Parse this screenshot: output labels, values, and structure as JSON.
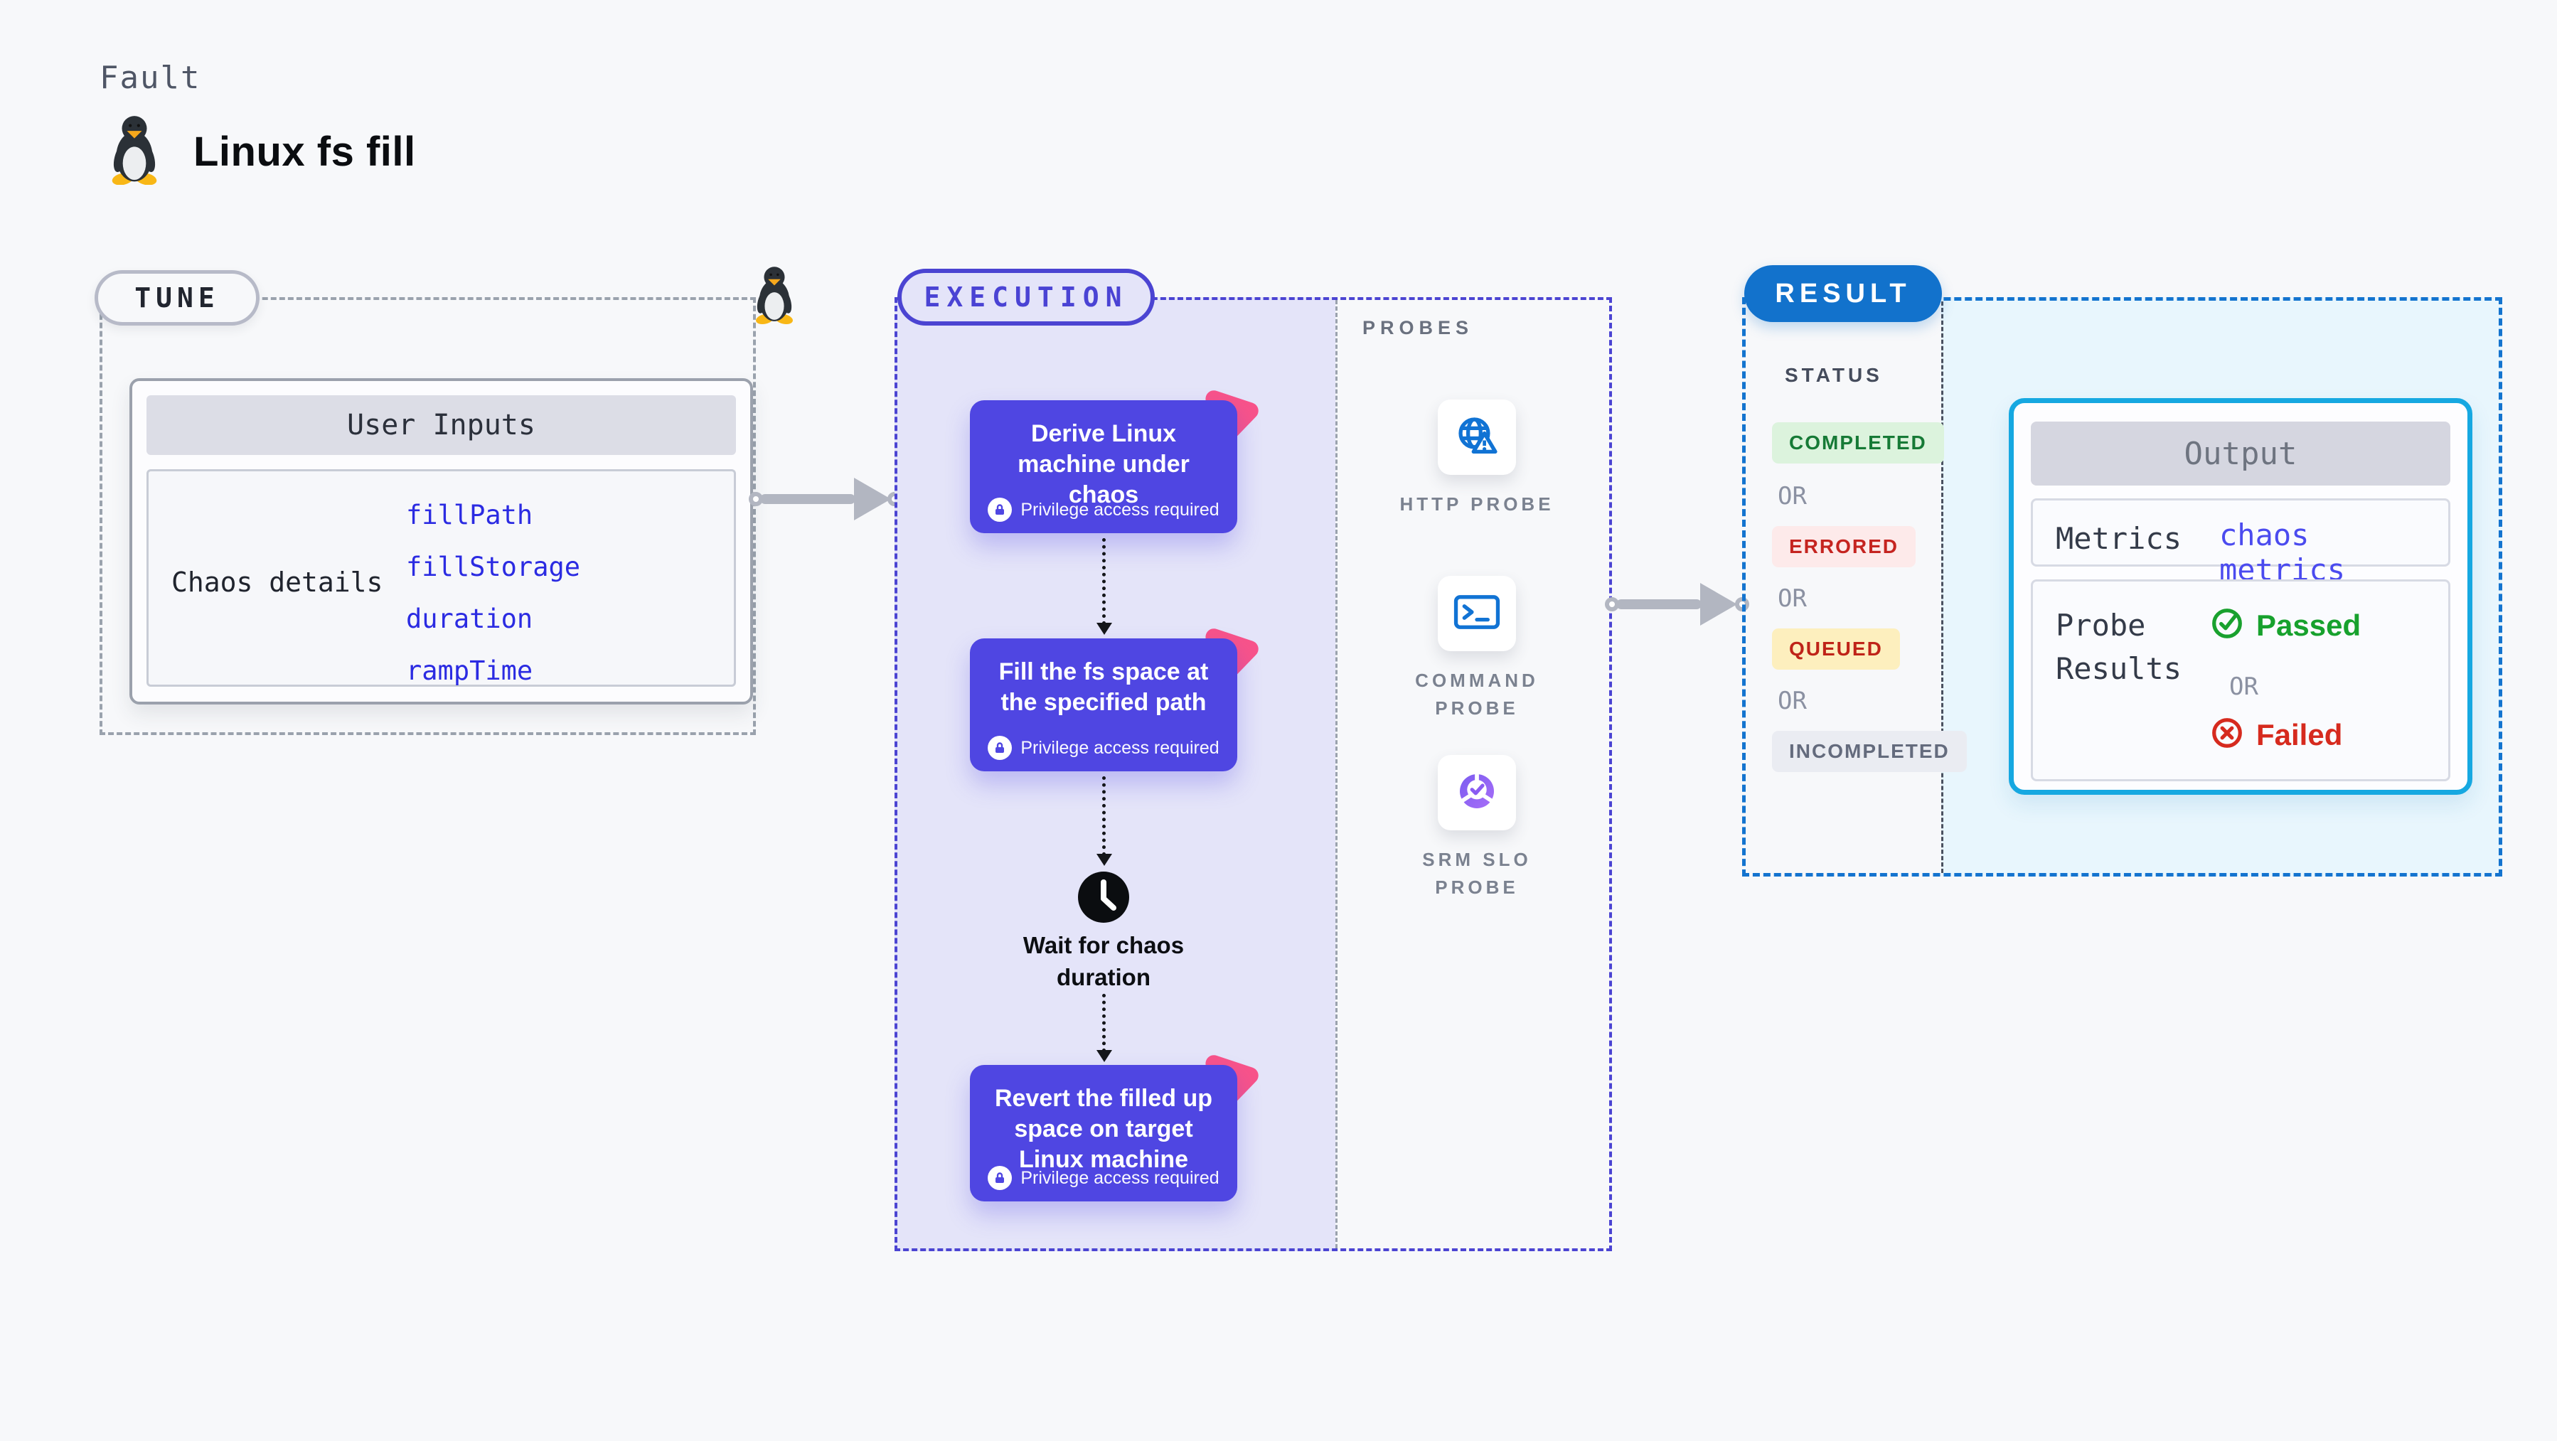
{
  "header": {
    "kicker": "Fault",
    "title": "Linux fs fill",
    "icon": "tux-penguin-icon"
  },
  "tune": {
    "label": "TUNE",
    "card": {
      "header": "User Inputs",
      "row_label": "Chaos details",
      "params": [
        "fillPath",
        "fillStorage",
        "duration",
        "rampTime"
      ]
    }
  },
  "execution": {
    "label": "EXECUTION",
    "privilege_label": "Privilege access required",
    "steps": [
      {
        "title": "Derive Linux machine under chaos",
        "icon": "chaos-triangle-icon"
      },
      {
        "title": "Fill the fs space at the specified path",
        "icon": "chaos-triangle-icon"
      },
      {
        "title": "Revert the filled up space on target Linux machine",
        "icon": "chaos-triangle-icon"
      }
    ],
    "wait_label": "Wait for chaos duration",
    "wait_icon": "clock-icon"
  },
  "probes": {
    "label": "PROBES",
    "items": [
      {
        "name": "HTTP PROBE",
        "icon": "globe-alert-icon"
      },
      {
        "name": "COMMAND PROBE",
        "icon": "terminal-icon"
      },
      {
        "name": "SRM SLO PROBE",
        "icon": "slo-donut-check-icon"
      }
    ]
  },
  "result": {
    "label": "RESULT",
    "status": {
      "heading": "STATUS",
      "separator": "OR",
      "badges": [
        {
          "text": "COMPLETED",
          "color": "#167a36",
          "bg": "#dcf3dd"
        },
        {
          "text": "ERRORED",
          "color": "#c52420",
          "bg": "#fdeaea"
        },
        {
          "text": "QUEUED",
          "color": "#bf2318",
          "bg": "#fdefbe"
        },
        {
          "text": "INCOMPLETED",
          "color": "#646b7d",
          "bg": "#eaecf2"
        }
      ]
    },
    "output": {
      "header": "Output",
      "metrics_label": "Metrics",
      "metrics_value": "chaos metrics",
      "probe_results_label": "Probe Results",
      "passed": "Passed",
      "separator": "OR",
      "failed": "Failed",
      "passed_icon": "check-circle-icon",
      "failed_icon": "x-circle-icon"
    }
  },
  "accents": {
    "indigo": "#4b44d2",
    "step_bg": "#4f46e2",
    "pink": "#f8538a",
    "blue": "#1272cc",
    "cyan_border": "#16a8e1",
    "probe_blue": "#1173d4",
    "slo_purple": "#8a5cf2",
    "green": "#17a12d",
    "red": "#d62a1e"
  }
}
